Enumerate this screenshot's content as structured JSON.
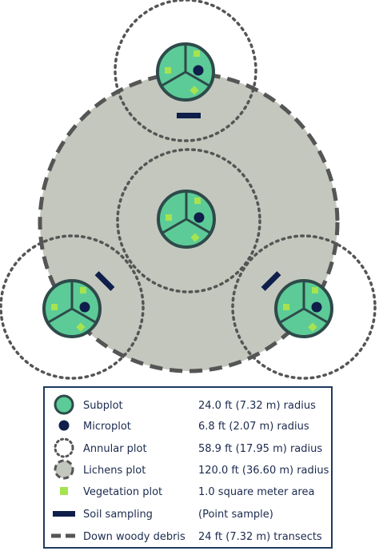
{
  "colors": {
    "subplot_fill": "#5ccb97",
    "subplot_stroke": "#2e4a4a",
    "microplot": "#0f1e4a",
    "annular_stroke": "#555555",
    "lichens_fill": "#c3c7bd",
    "lichens_stroke": "#555555",
    "vegetation": "#a6e34e",
    "soil": "#0f1e4a",
    "legend_border": "#1e3a5f"
  },
  "legend": {
    "items": [
      {
        "symbol": "subplot",
        "label": "Subplot",
        "value": "24.0 ft (7.32 m) radius"
      },
      {
        "symbol": "microplot",
        "label": "Microplot",
        "value": "6.8 ft (2.07 m) radius"
      },
      {
        "symbol": "annular",
        "label": "Annular plot",
        "value": "58.9 ft (17.95 m) radius"
      },
      {
        "symbol": "lichens",
        "label": "Lichens plot",
        "value": "120.0 ft (36.60 m) radius"
      },
      {
        "symbol": "vegetation",
        "label": "Vegetation plot",
        "value": "1.0 square meter area"
      },
      {
        "symbol": "soil",
        "label": "Soil sampling",
        "value": "(Point sample)"
      },
      {
        "symbol": "dwd",
        "label": "Down woody debris",
        "value": "24 ft (7.32 m) transects"
      }
    ]
  }
}
